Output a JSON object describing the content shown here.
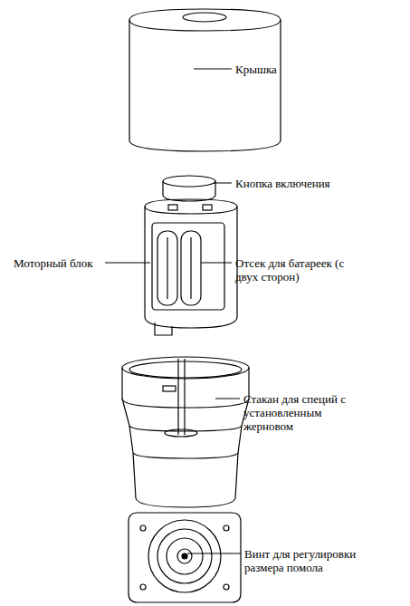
{
  "diagram": {
    "labels": [
      "Крышка",
      "Кнопка включения",
      "Моторный блок",
      "Отсек для батареек (с двух сторон)",
      "Стакан для специй с установленным жерновом",
      "Винт для регулировки размера помола"
    ]
  }
}
